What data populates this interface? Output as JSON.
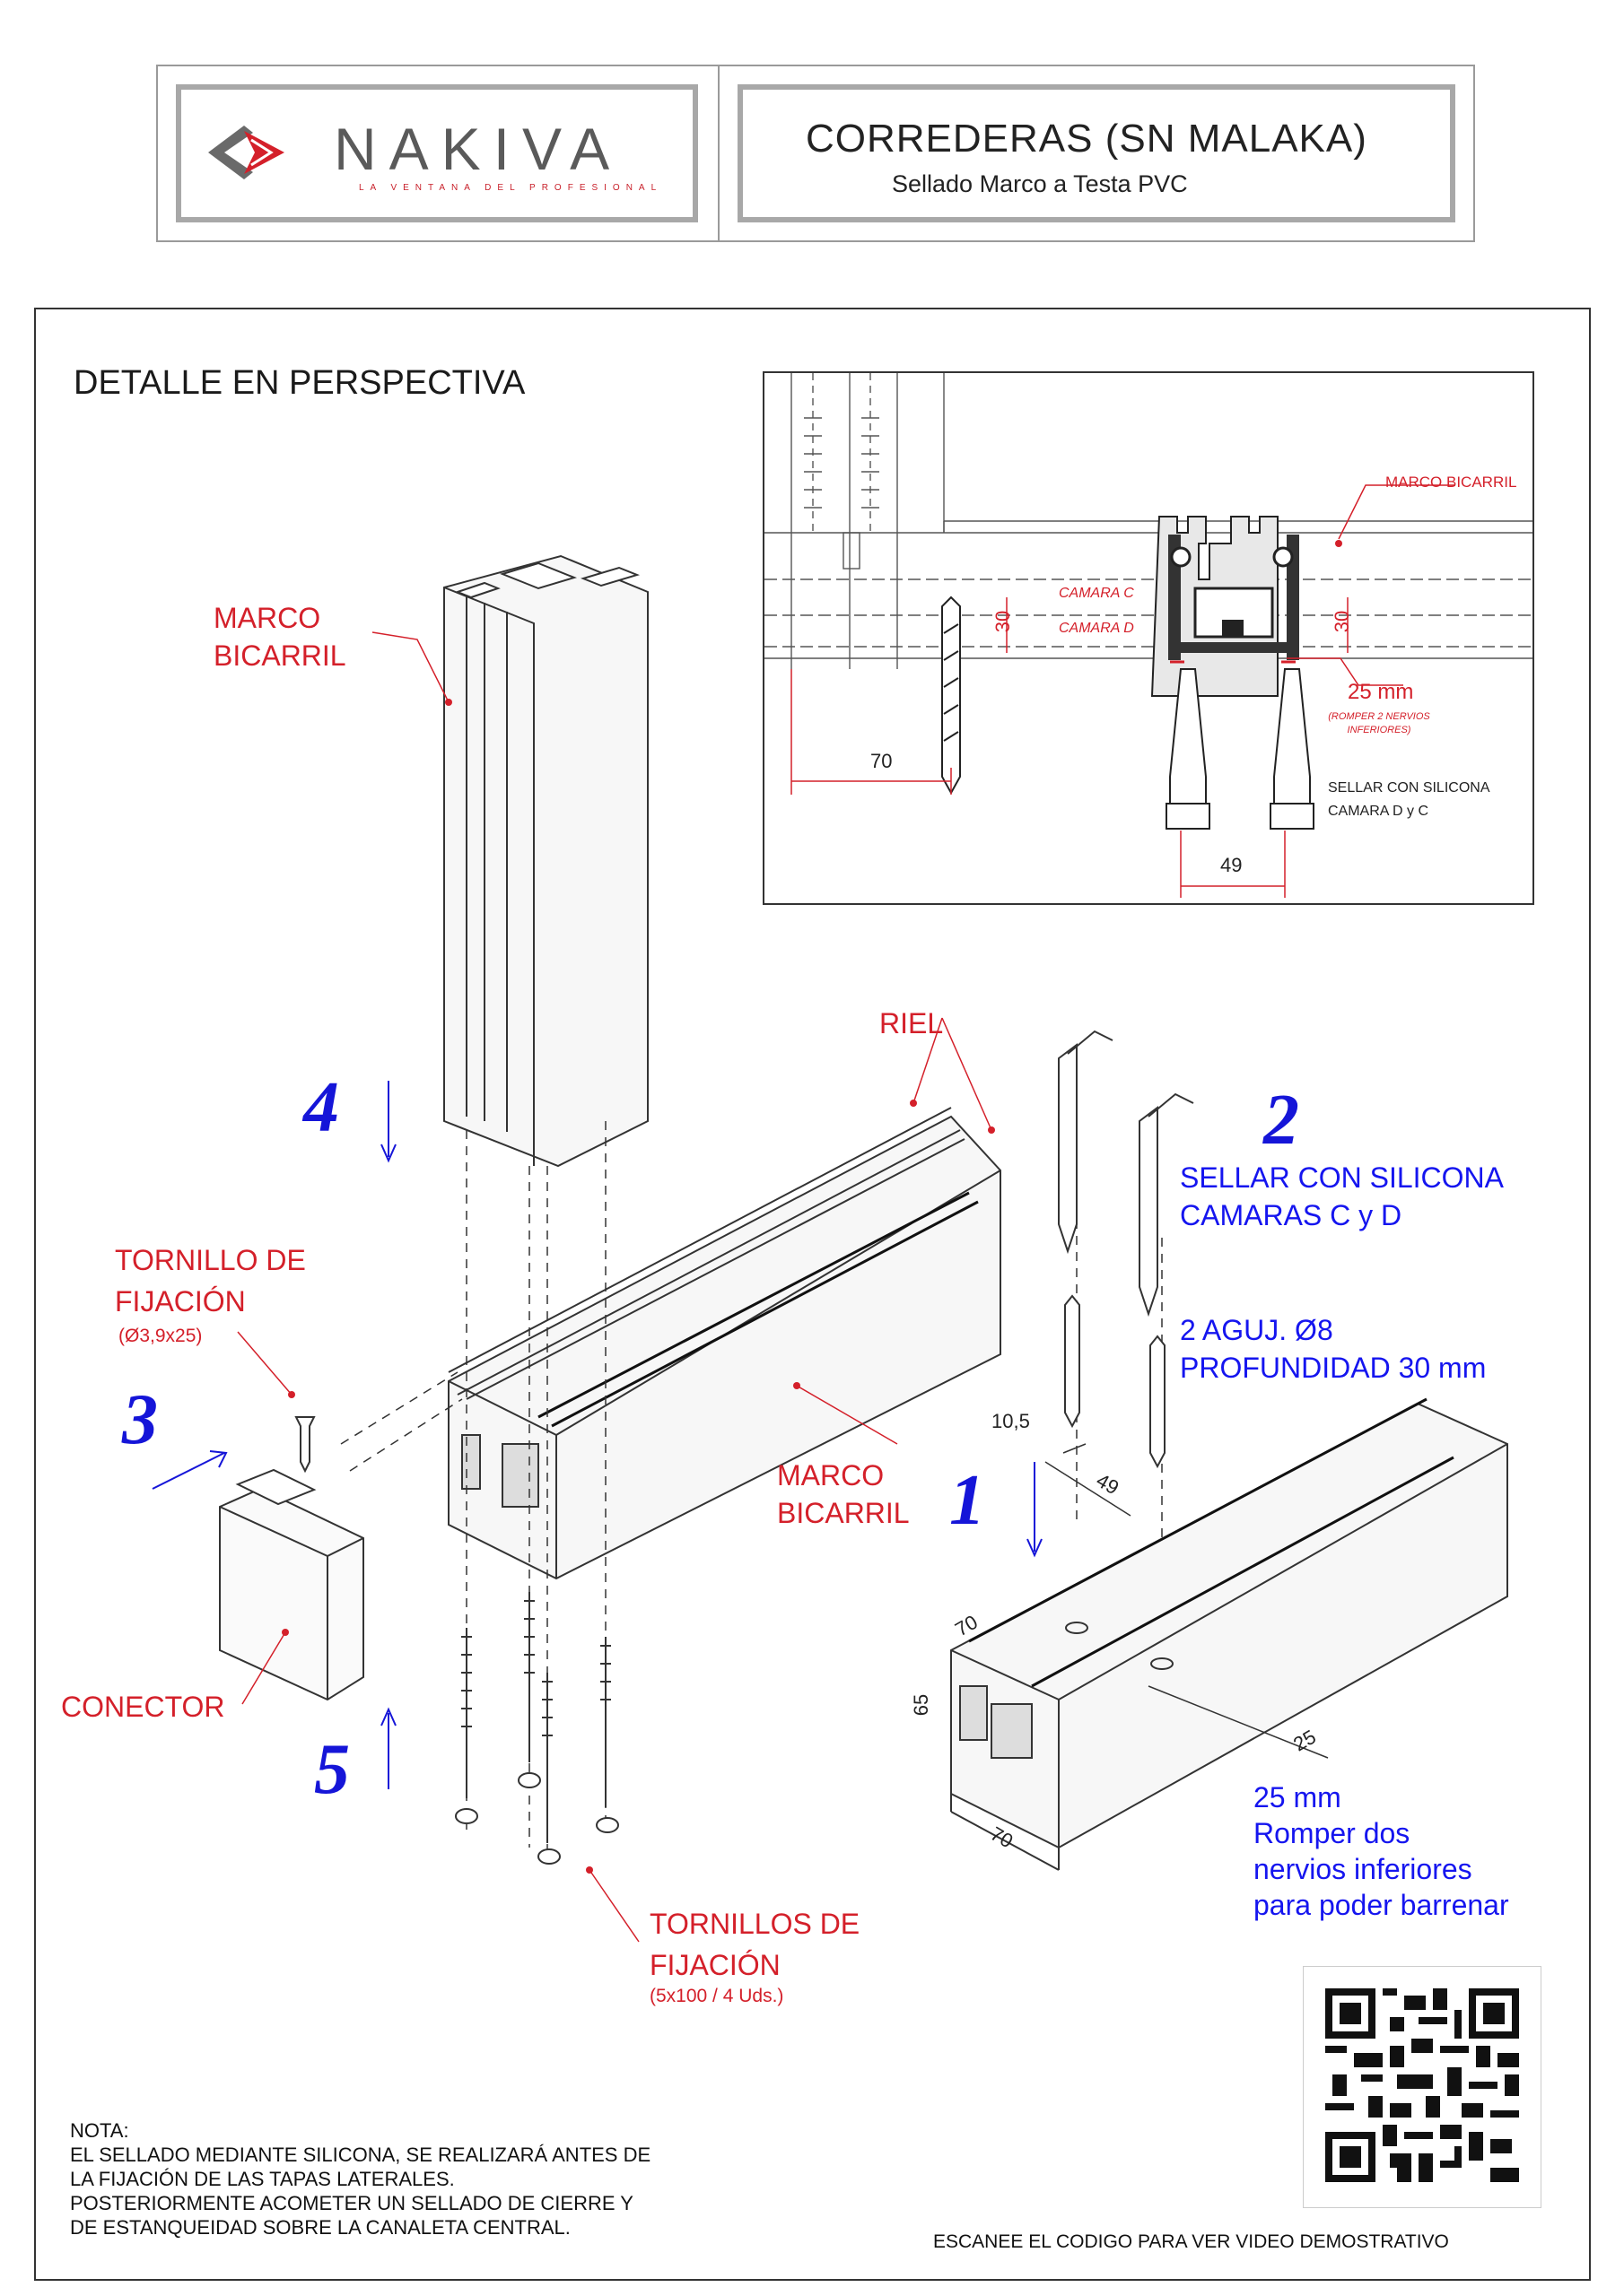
{
  "header": {
    "brand": "NAKIVA",
    "tagline": "LA VENTANA DEL PROFESIONAL",
    "title": "CORREDERAS (SN MALAKA)",
    "subtitle": "Sellado Marco a Testa PVC"
  },
  "section_title": "DETALLE EN PERSPECTIVA",
  "labels": {
    "marco_bicarril_top": [
      "MARCO",
      "BICARRIL"
    ],
    "riel": "RIEL",
    "marco_bicarril_mid": [
      "MARCO",
      "BICARRIL"
    ],
    "tornillo_fijacion": [
      "TORNILLO DE",
      "FIJACIÓN"
    ],
    "tornillo_spec": "(Ø3,9x25)",
    "conector": "CONECTOR",
    "tornillos_fijacion": [
      "TORNILLOS DE",
      "FIJACIÓN"
    ],
    "tornillos_spec": "(5x100 / 4 Uds.)"
  },
  "steps": {
    "s1": "1",
    "s2": "2",
    "s3": "3",
    "s4": "4",
    "s5": "5"
  },
  "instructions": {
    "sellar": [
      "SELLAR CON SILICONA",
      "CAMARAS C y D"
    ],
    "agujeros": [
      "2 AGUJ. Ø8",
      "PROFUNDIDAD 30 mm"
    ],
    "romper": [
      "25 mm",
      "Romper dos",
      "nervios inferiores",
      "para poder barrenar"
    ]
  },
  "dimensions": {
    "d105": "10,5",
    "d49": "49",
    "d70a": "70",
    "d65": "65",
    "d70b": "70",
    "d25": "25"
  },
  "inset": {
    "marco_bicarril": "MARCO BICARRIL",
    "camara_c": "CAMARA C",
    "camara_d": "CAMARA D",
    "dim30a": "30",
    "dim30b": "30",
    "dim25": "25 mm",
    "romper": [
      "(ROMPER 2 NERVIOS",
      "INFERIORES)"
    ],
    "dim70": "70",
    "sellar": [
      "SELLAR CON SILICONA",
      "CAMARA D y C"
    ],
    "dim49": "49"
  },
  "note": {
    "heading": "NOTA:",
    "lines": [
      "EL SELLADO MEDIANTE SILICONA, SE REALIZARÁ ANTES DE",
      "LA FIJACIÓN DE LAS TAPAS LATERALES.",
      "POSTERIORMENTE ACOMETER UN SELLADO DE CIERRE Y",
      "DE ESTANQUEIDAD SOBRE LA CANALETA CENTRAL."
    ]
  },
  "scan_text": "ESCANEE EL CODIGO PARA VER VIDEO DEMOSTRATIVO",
  "colors": {
    "red": "#d4202a",
    "blue": "#1515ef",
    "gray": "#a8a8a8"
  }
}
